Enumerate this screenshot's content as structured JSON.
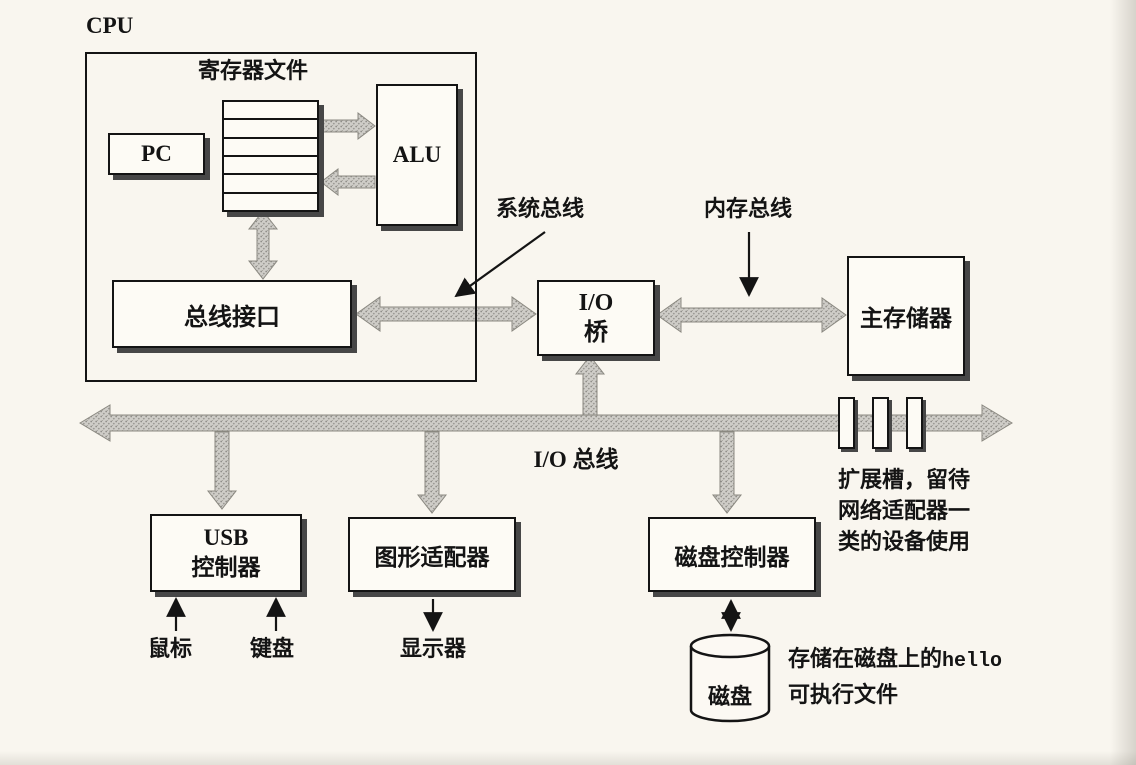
{
  "labels": {
    "cpu": "CPU",
    "register_file": "寄存器文件",
    "pc": "PC",
    "alu": "ALU",
    "bus_interface": "总线接口",
    "system_bus": "系统总线",
    "memory_bus": "内存总线",
    "io_bridge_top": "I/O",
    "io_bridge_bottom": "桥",
    "main_memory": "主存储器",
    "io_bus": "I/O 总线",
    "usb_top": "USB",
    "usb_bottom": "控制器",
    "graphics_adapter": "图形适配器",
    "disk_controller": "磁盘控制器",
    "expansion_line1": "扩展槽，留待",
    "expansion_line2": "网络适配器一",
    "expansion_line3": "类的设备使用",
    "mouse": "鼠标",
    "keyboard": "键盘",
    "display": "显示器",
    "disk": "磁盘",
    "disk_note_prefix": "存储在磁盘上的",
    "disk_note_code": "hello",
    "disk_note_line2": "可执行文件"
  },
  "colors": {
    "background": "#f9f6ef",
    "box_border": "#141414",
    "box_shadow": "#474747",
    "arrow_fill_base": "#cfcdc8",
    "arrow_speckle": "#8f8d88",
    "thin_arrow": "#141414"
  }
}
